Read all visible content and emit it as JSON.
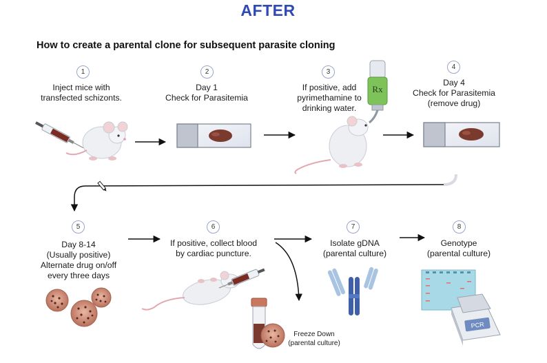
{
  "header": "AFTER",
  "title": "How to create a parental clone for subsequent parasite cloning",
  "steps": [
    {
      "num": "1",
      "lines": [
        "Inject mice with",
        "transfected schizonts."
      ]
    },
    {
      "num": "2",
      "lines": [
        "Day 1",
        "Check for Parasitemia"
      ]
    },
    {
      "num": "3",
      "lines": [
        "If positive, add",
        "pyrimethamine to",
        "drinking water."
      ]
    },
    {
      "num": "4",
      "lines": [
        "Day 4",
        "Check for Parasitemia",
        "(remove drug)"
      ]
    },
    {
      "num": "5",
      "lines": [
        "Day 8-14",
        "(Usually positive)",
        "Alternate drug on/off",
        "every three days"
      ]
    },
    {
      "num": "6",
      "lines": [
        "If positive, collect blood",
        "by cardiac puncture."
      ]
    },
    {
      "num": "7",
      "lines": [
        "Isolate gDNA",
        "(parental culture)"
      ]
    },
    {
      "num": "8",
      "lines": [
        "Genotype",
        "(parental culture)"
      ]
    }
  ],
  "freeze": [
    "Freeze Down",
    "(parental culture)"
  ],
  "bottle_label": "Rx",
  "pcr_label": "PCR",
  "colors": {
    "header": "#2f49b5",
    "blood": "#7b3a2e",
    "chromosome_blue": "#3f5fa8",
    "bottle_green": "#7ec25a"
  }
}
